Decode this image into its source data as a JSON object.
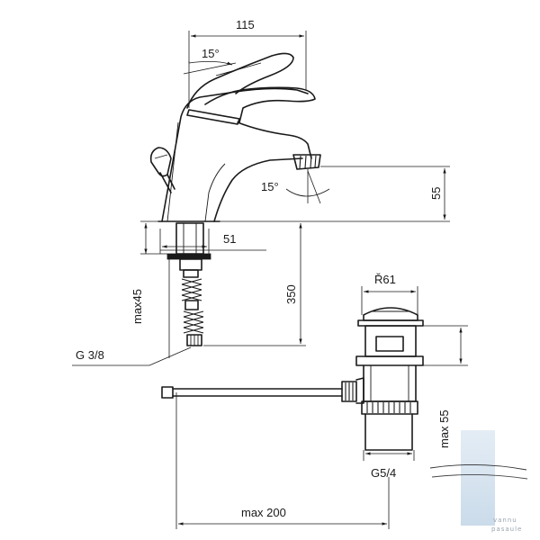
{
  "diagram": {
    "dimensions": {
      "width_115": "115",
      "angle_top": "15°",
      "angle_spout": "15°",
      "height_55": "55",
      "d51": "51",
      "max45": "max45",
      "d350": "350",
      "thread_g38": "G 3/8",
      "radius_r61": "Ř61",
      "max55": "max 55",
      "thread_g54": "G5/4",
      "max200": "max 200"
    },
    "watermark": {
      "line1": "vannu",
      "line2": "pasaule"
    },
    "colors": {
      "line": "#1a1a1a",
      "watermark": "#c8d8e8"
    }
  }
}
